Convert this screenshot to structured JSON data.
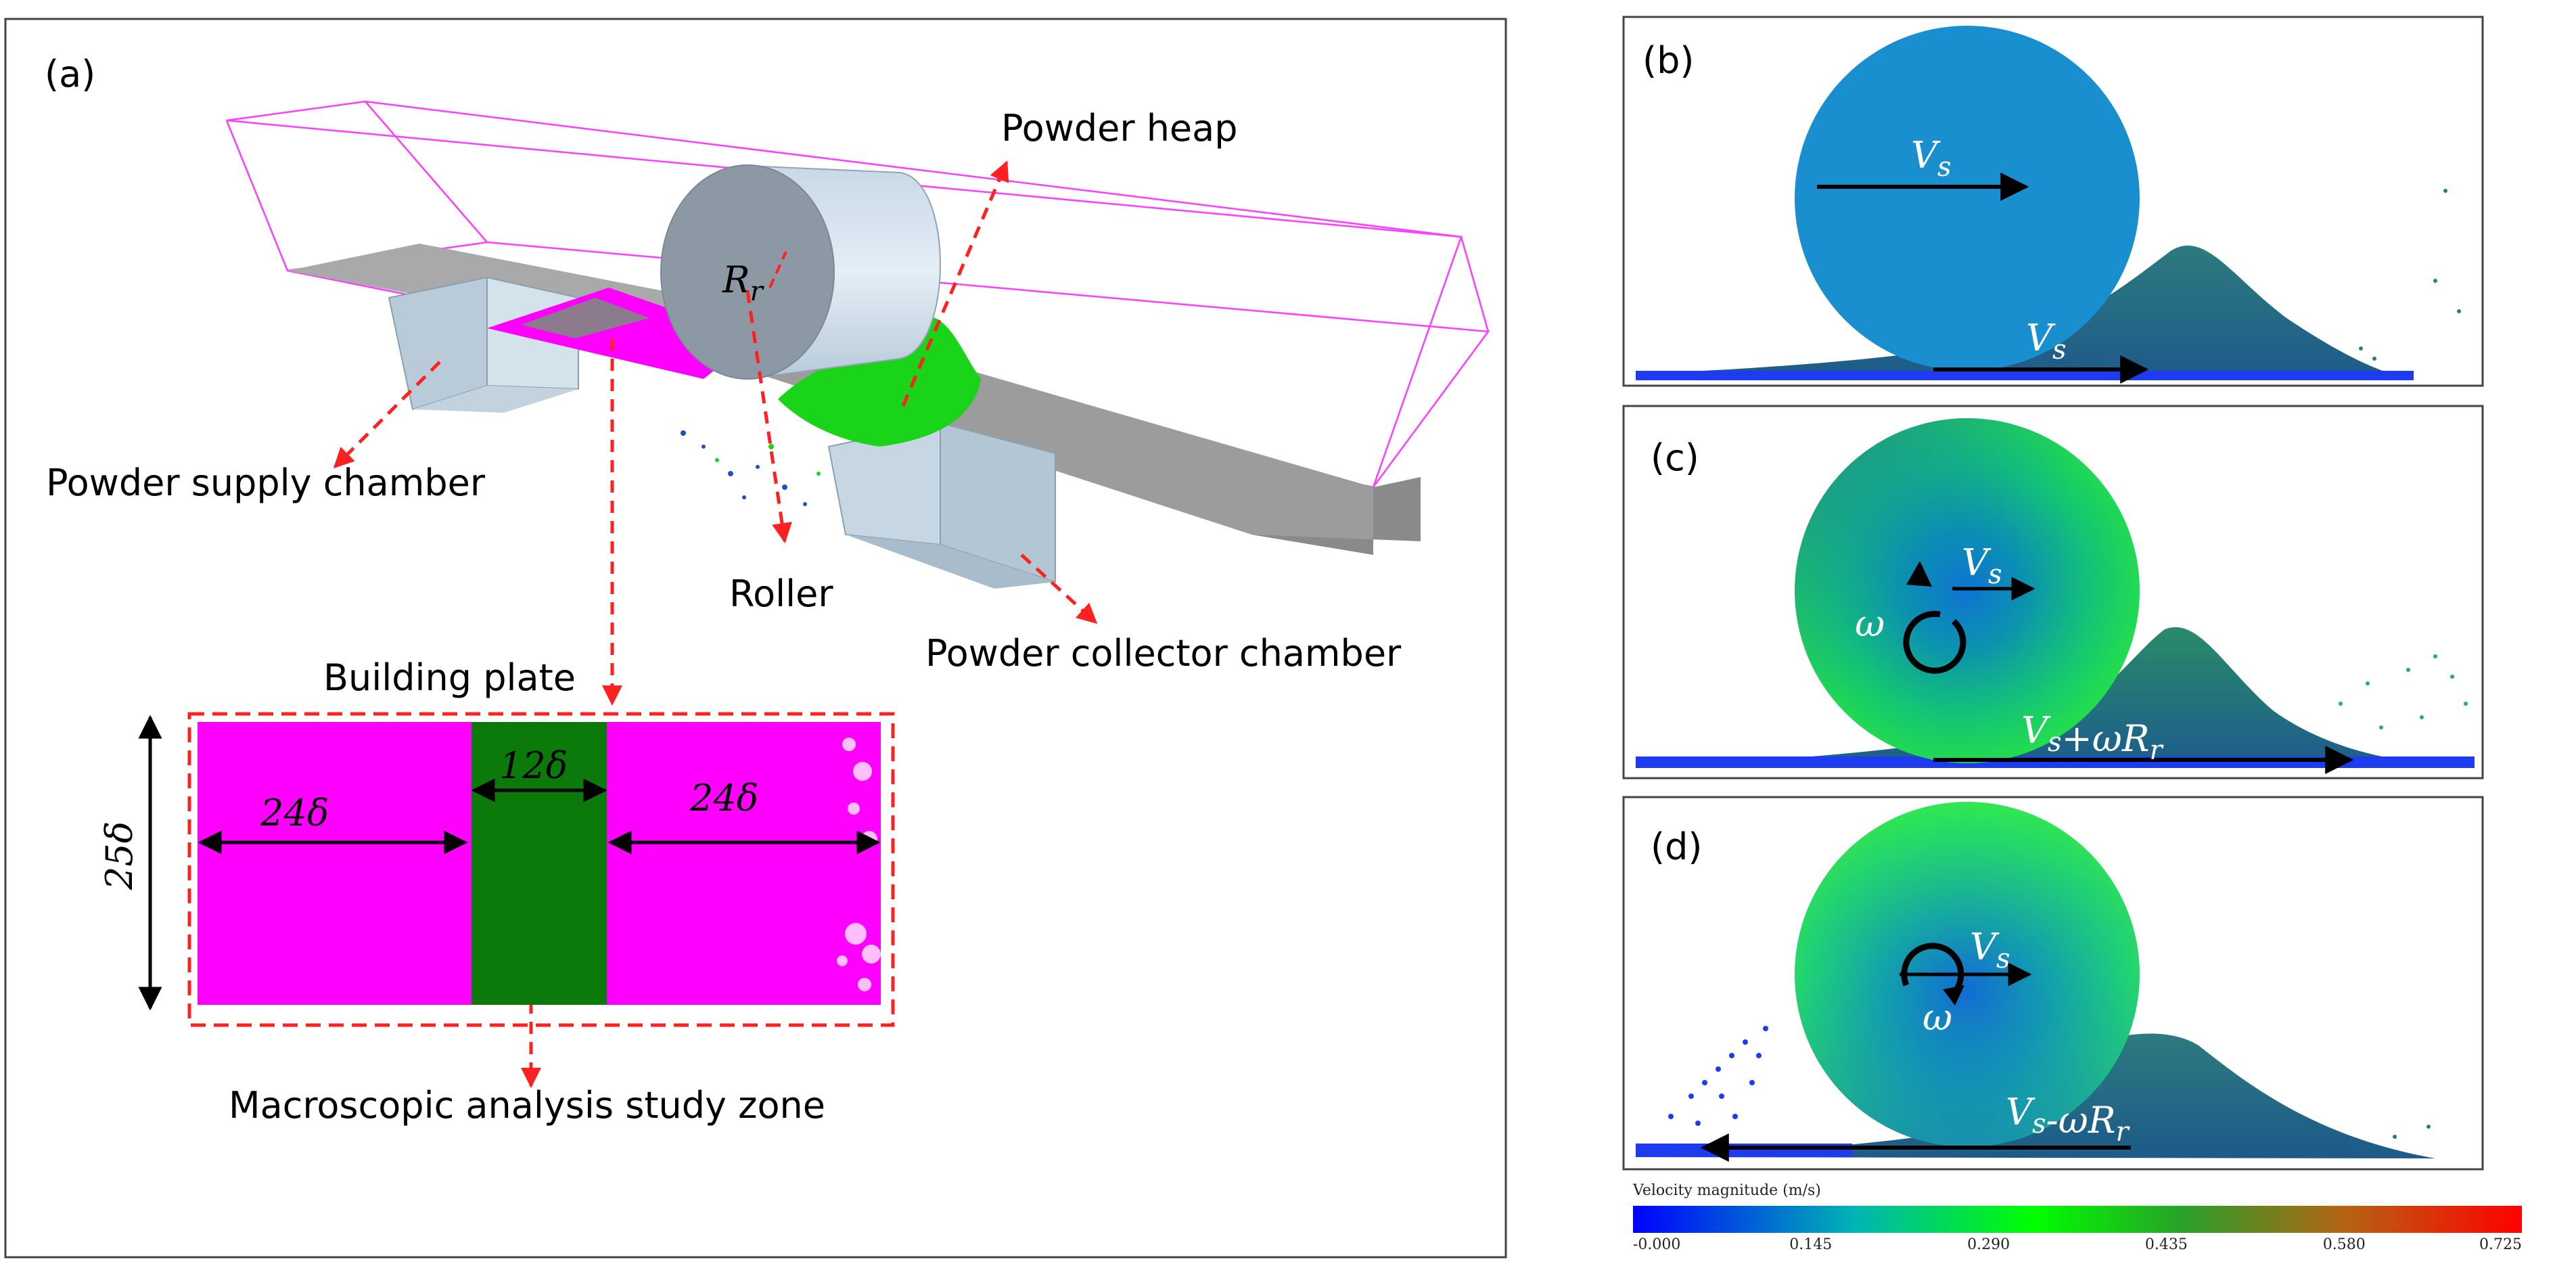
{
  "panels": {
    "a": {
      "id": "(a)",
      "labels": {
        "powder_heap": "Powder heap",
        "powder_supply": "Powder supply chamber",
        "roller": "Roller",
        "powder_collector": "Powder collector chamber",
        "building_plate": "Building plate",
        "study_zone": "Macroscopic analysis study zone",
        "roller_radius": "Rr"
      },
      "dimensions": {
        "height": "25δ",
        "left_width": "24δ",
        "center_width": "12δ",
        "right_width": "24δ"
      }
    },
    "b": {
      "id": "(b)",
      "roller_velocity": "Vs",
      "ground_velocity": "Vs"
    },
    "c": {
      "id": "(c)",
      "roller_velocity": "Vs",
      "omega": "ω",
      "ground_velocity": "Vs+ωRr"
    },
    "d": {
      "id": "(d)",
      "roller_velocity": "Vs",
      "omega": "ω",
      "ground_velocity": "Vs-ωRr"
    }
  },
  "colorbar": {
    "title": "Velocity magnitude (m/s)",
    "ticks": [
      "-0.000",
      "0.145",
      "0.290",
      "0.435",
      "0.580",
      "0.725"
    ],
    "colors": [
      "#0000ff",
      "#00c8a0",
      "#00ff00",
      "#1e8c1e",
      "#c86414",
      "#ff0000"
    ]
  },
  "colors": {
    "magenta": "#ff00ff",
    "green_zone": "#0b7a0b",
    "bright_green": "#1ee01e",
    "roller_gray": "#8e9aa4",
    "arrow_red": "#ff2020",
    "b_roller": "#1a8fd0",
    "heap": "#2b6e7a"
  }
}
